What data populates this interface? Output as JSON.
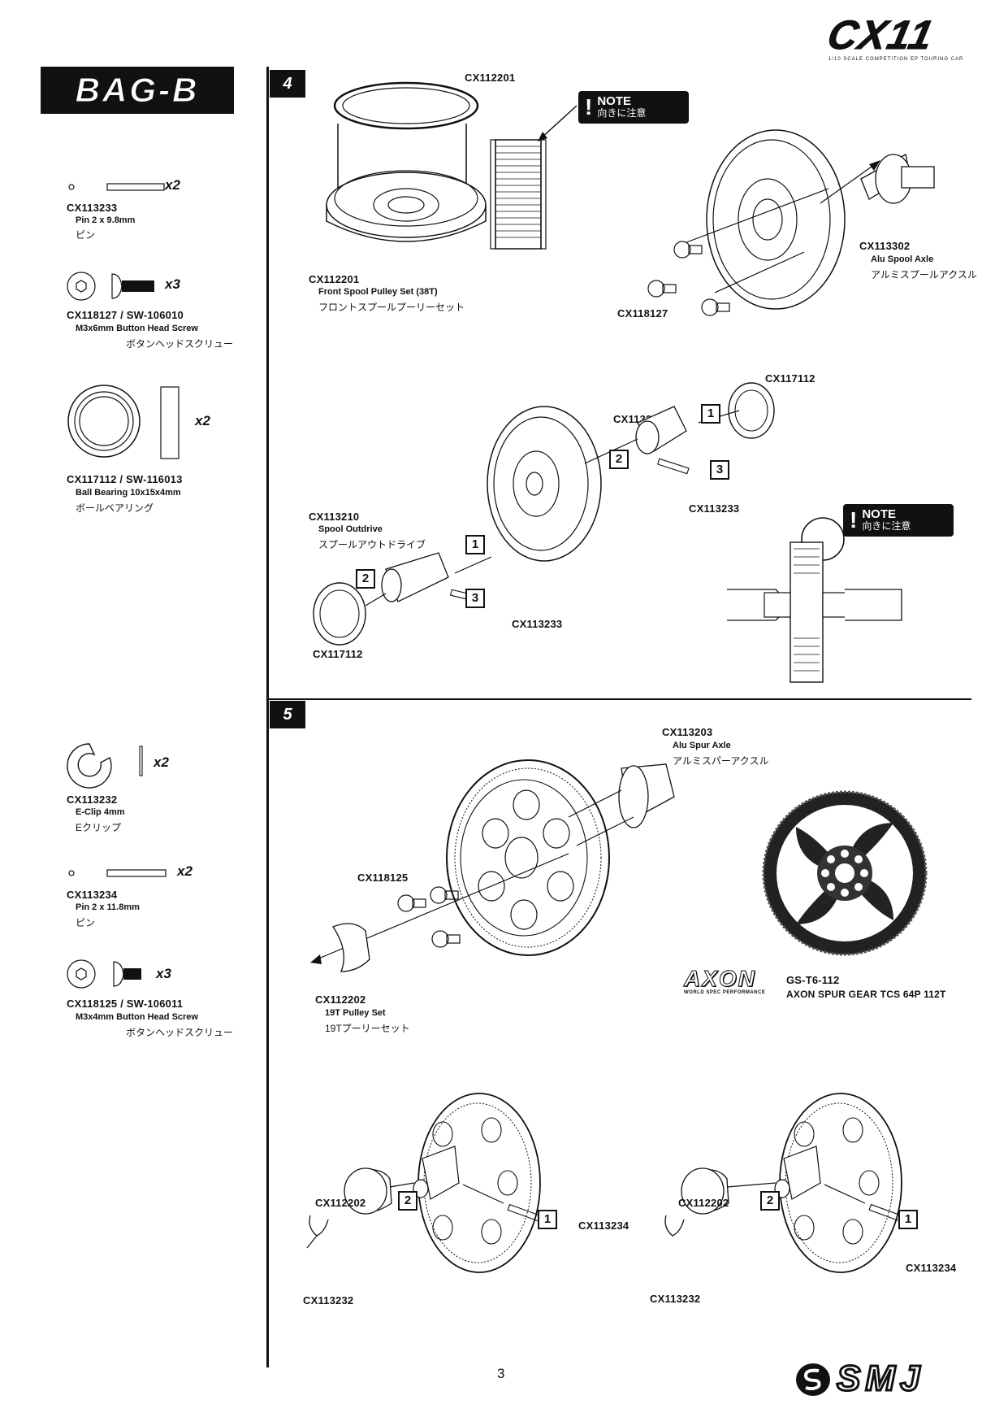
{
  "header": {
    "logo_text": "CX11",
    "logo_subtitle": "1/10 SCALE COMPETITION EP TOURING CAR"
  },
  "bag": {
    "label": "BAG-B"
  },
  "parts_list_top": [
    {
      "code": "CX113233",
      "name": "Pin 2 x 9.8mm",
      "jp": "ピン",
      "qty": "x2"
    },
    {
      "code": "CX118127 / SW-106010",
      "name": "M3x6mm  Button Head Screw",
      "jp": "ボタンヘッドスクリュー",
      "qty": "x3"
    },
    {
      "code": "CX117112 / SW-116013",
      "name": "Ball Bearing 10x15x4mm",
      "jp": "ボールベアリング",
      "qty": "x2"
    }
  ],
  "parts_list_bottom": [
    {
      "code": "CX113232",
      "name": "E-Clip 4mm",
      "jp": "Eクリップ",
      "qty": "x2"
    },
    {
      "code": "CX113234",
      "name": "Pin 2 x 11.8mm",
      "jp": "ピン",
      "qty": "x2"
    },
    {
      "code": "CX118125 / SW-106011",
      "name": "M3x4mm  Button Head Screw",
      "jp": "ボタンヘッドスクリュー",
      "qty": "x3"
    }
  ],
  "step4": {
    "number": "4",
    "note": {
      "title": "NOTE",
      "jp": "向きに注意"
    },
    "labels": {
      "cx112201_top": "CX112201",
      "cx112201_code": "CX112201",
      "cx112201_name": "Front Spool Pulley Set (38T)",
      "cx112201_jp": "フロントスプールプーリーセット",
      "cx113302_code": "CX113302",
      "cx113302_name": "Alu Spool Axle",
      "cx113302_jp": "アルミスプールアクスル",
      "cx118127": "CX118127",
      "cx117112_a": "CX117112",
      "cx113210_a": "CX113210",
      "cx113233_a": "CX113233",
      "cx113210_code": "CX113210",
      "cx113210_name": "Spool Outdrive",
      "cx113210_jp": "スプールアウトドライブ",
      "cx113233_b": "CX113233",
      "cx117112_b": "CX117112"
    },
    "note2": {
      "title": "NOTE",
      "jp": "向きに注意"
    },
    "callouts": [
      "1",
      "2",
      "3",
      "1",
      "2",
      "3"
    ]
  },
  "step5": {
    "number": "5",
    "labels": {
      "cx113203_code": "CX113203",
      "cx113203_name": "Alu Spur Axle",
      "cx113203_jp": "アルミスパーアクスル",
      "cx118125": "CX118125",
      "cx112202_code": "CX112202",
      "cx112202_name": "19T Pulley Set",
      "cx112202_jp": "19Tプーリーセット",
      "axon_code": "GS-T6-112",
      "axon_name": "AXON SPUR GEAR TCS 64P 112T",
      "axon_logo": "AXON",
      "axon_tag": "WORLD SPEC PERFORMANCE",
      "l_cx112202": "CX112202",
      "l_cx113234": "CX113234",
      "l_cx113232": "CX113232",
      "r_cx112202": "CX112202",
      "r_cx113234": "CX113234",
      "r_cx113232": "CX113232"
    },
    "callouts": [
      "2",
      "1",
      "2",
      "1"
    ]
  },
  "footer": {
    "page_number": "3",
    "brand": "SMJ"
  }
}
